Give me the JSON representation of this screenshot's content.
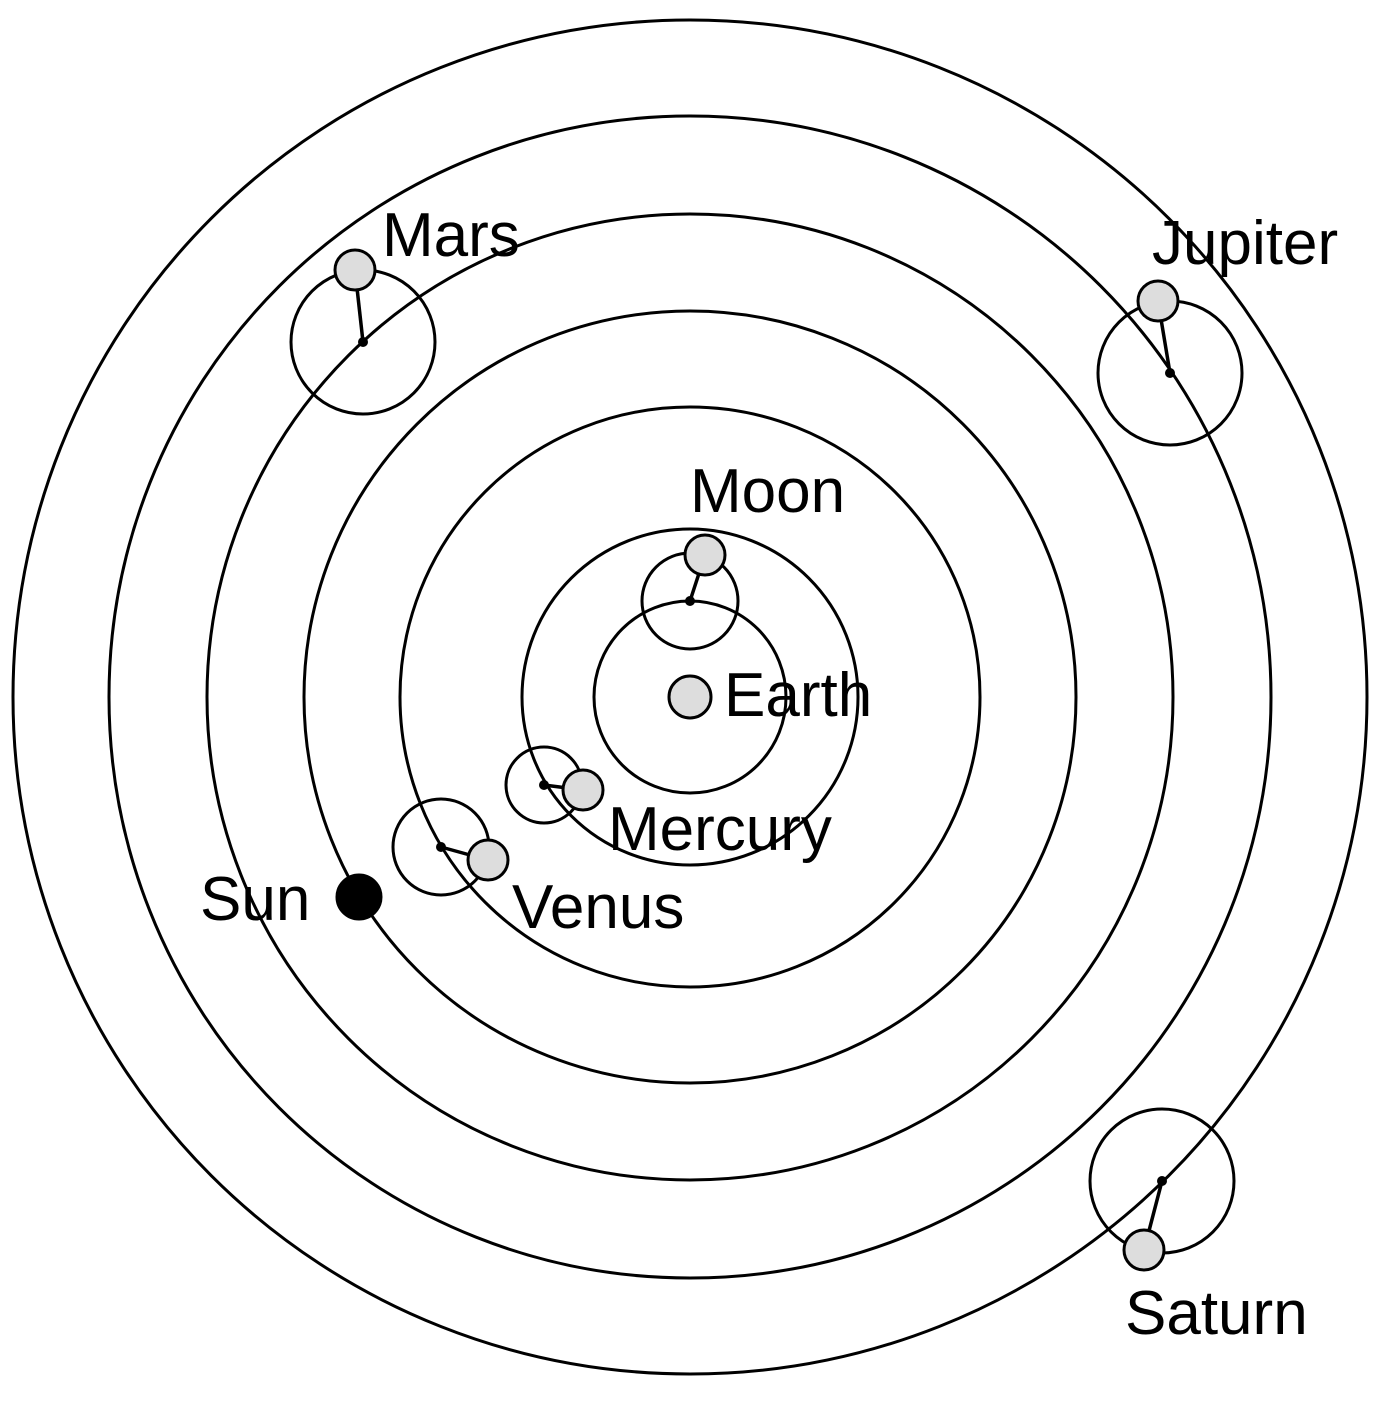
{
  "labels": {
    "moon": "Moon",
    "earth": "Earth",
    "mercury": "Mercury",
    "venus": "Venus",
    "sun": "Sun",
    "mars": "Mars",
    "jupiter": "Jupiter",
    "saturn": "Saturn"
  },
  "colors": {
    "line": "#000000",
    "planet_fill": "#dddddd",
    "sun_fill": "#000000",
    "background": "#ffffff"
  }
}
